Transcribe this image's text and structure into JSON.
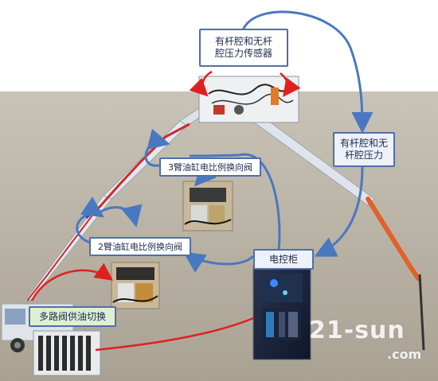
{
  "labels": {
    "rod_chamber_sensor": "有杆腔和无杆\n腔压力传感器",
    "rod_chamber_pressure": "有杆腔和无\n杆腔压力",
    "arm3_valve": "3臂油缸电比例换向阀",
    "arm2_valve": "2臂油缸电比例换向阀",
    "control_cabinet": "电控柜",
    "multiway_valve": "多路阀供油切换"
  },
  "watermark": {
    "main": "21-sun",
    "sub": ".com"
  },
  "colors": {
    "background_upper": "#ffffff",
    "background_lower": "#b4ad9f",
    "arrow_blue": "#4a78c0",
    "arrow_red": "#e02020",
    "label_border": "#4f6fa8"
  }
}
